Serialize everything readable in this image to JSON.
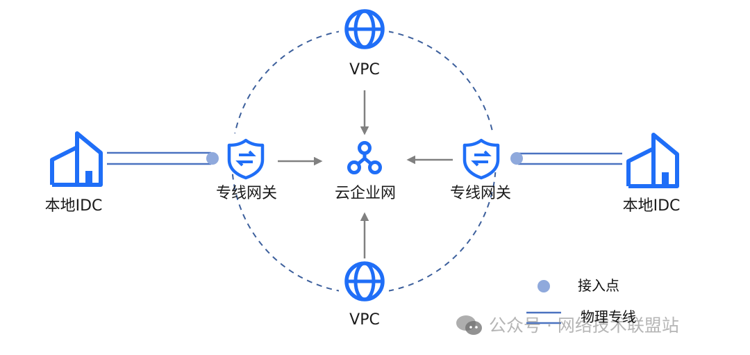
{
  "diagram": {
    "title": "云企业网专线接入拓扑",
    "colors": {
      "icon_blue": "#1f6ef7",
      "line_blue": "#4a72c0",
      "dash_blue": "#3c5f9c",
      "arrow_gray": "#808080",
      "access_point": "#8fa9dc"
    },
    "nodes": {
      "vpc_top": {
        "label": "VPC",
        "icon": "globe-icon"
      },
      "vpc_bottom": {
        "label": "VPC",
        "icon": "globe-icon"
      },
      "ccn": {
        "label": "云企业网",
        "icon": "network-hub-icon"
      },
      "gateway_left": {
        "label": "专线网关",
        "icon": "shield-exchange-icon"
      },
      "gateway_right": {
        "label": "专线网关",
        "icon": "shield-exchange-icon"
      },
      "idc_left": {
        "label": "本地IDC",
        "icon": "building-icon"
      },
      "idc_right": {
        "label": "本地IDC",
        "icon": "building-icon"
      }
    },
    "edges": [
      {
        "from": "vpc_top",
        "to": "ccn",
        "type": "arrow"
      },
      {
        "from": "vpc_bottom",
        "to": "ccn",
        "type": "arrow"
      },
      {
        "from": "gateway_left",
        "to": "ccn",
        "type": "arrow"
      },
      {
        "from": "gateway_right",
        "to": "ccn",
        "type": "arrow"
      },
      {
        "from": "idc_left",
        "to": "gateway_left",
        "type": "physical-line"
      },
      {
        "from": "idc_right",
        "to": "gateway_right",
        "type": "physical-line"
      }
    ],
    "legend": {
      "access_point": "接入点",
      "physical_line": "物理专线"
    }
  },
  "watermark": {
    "icon": "wechat-icon",
    "text": "公众号 · 网络技术联盟站"
  }
}
